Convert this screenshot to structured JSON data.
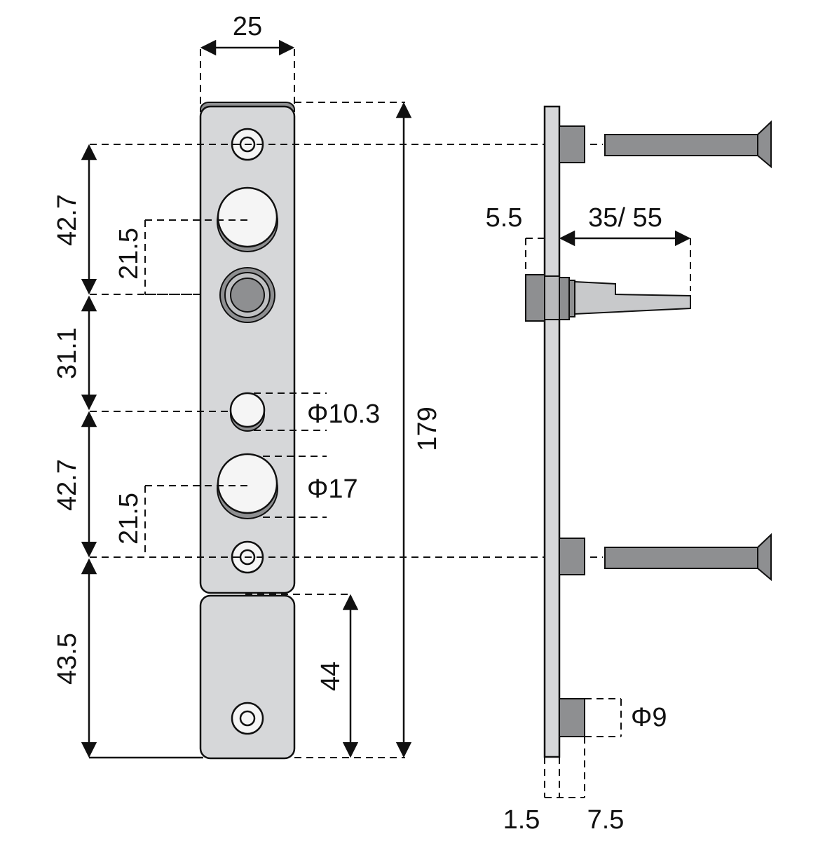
{
  "front_view": {
    "width_label": "25",
    "total_height_label": "179",
    "upper_top_spacing_label": "42.7",
    "upper_half_spacing_label": "21.5",
    "middle_spacing_label": "31.1",
    "lower_spacing_label": "42.7",
    "lower_half_spacing_label": "21.5",
    "bottom_spacing_label": "43.5",
    "lower_block_label": "44",
    "small_hole_label": "Φ10.3",
    "large_hole_label": "Φ17"
  },
  "side_view": {
    "offset_label": "5.5",
    "reach_label": "35/ 55",
    "pin_diameter_label": "Φ9",
    "plate_thickness_label": "1.5",
    "pin_length_label": "7.5"
  }
}
